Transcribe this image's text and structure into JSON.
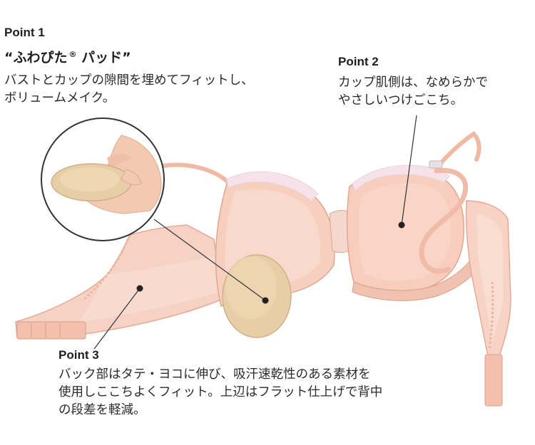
{
  "point1": {
    "label": "Point 1",
    "title_pre": "“ふわぴた",
    "title_mark": "®",
    "title_post": " パッド”",
    "lines": [
      "バストとカップの隙間を埋めてフィットし、",
      "ボリュームメイク。"
    ]
  },
  "point2": {
    "label": "Point 2",
    "lines": [
      "カップ肌側は、なめらかで",
      "やさしいつけごこち。"
    ]
  },
  "point3": {
    "label": "Point 3",
    "lines": [
      "バック部はタテ・ヨコに伸び、吸汗速乾性のある素材を",
      "使用しここちよくフィット。上辺はフラット仕上げで背中",
      "の段差を軽減。"
    ]
  },
  "colors": {
    "fabric": "#f6cdbd",
    "fabric_shadow": "#e7ad9a",
    "lace": "#f3e4ec",
    "pad": "#e9cfa6",
    "skin": "#f2c9b1",
    "line": "#333333"
  }
}
